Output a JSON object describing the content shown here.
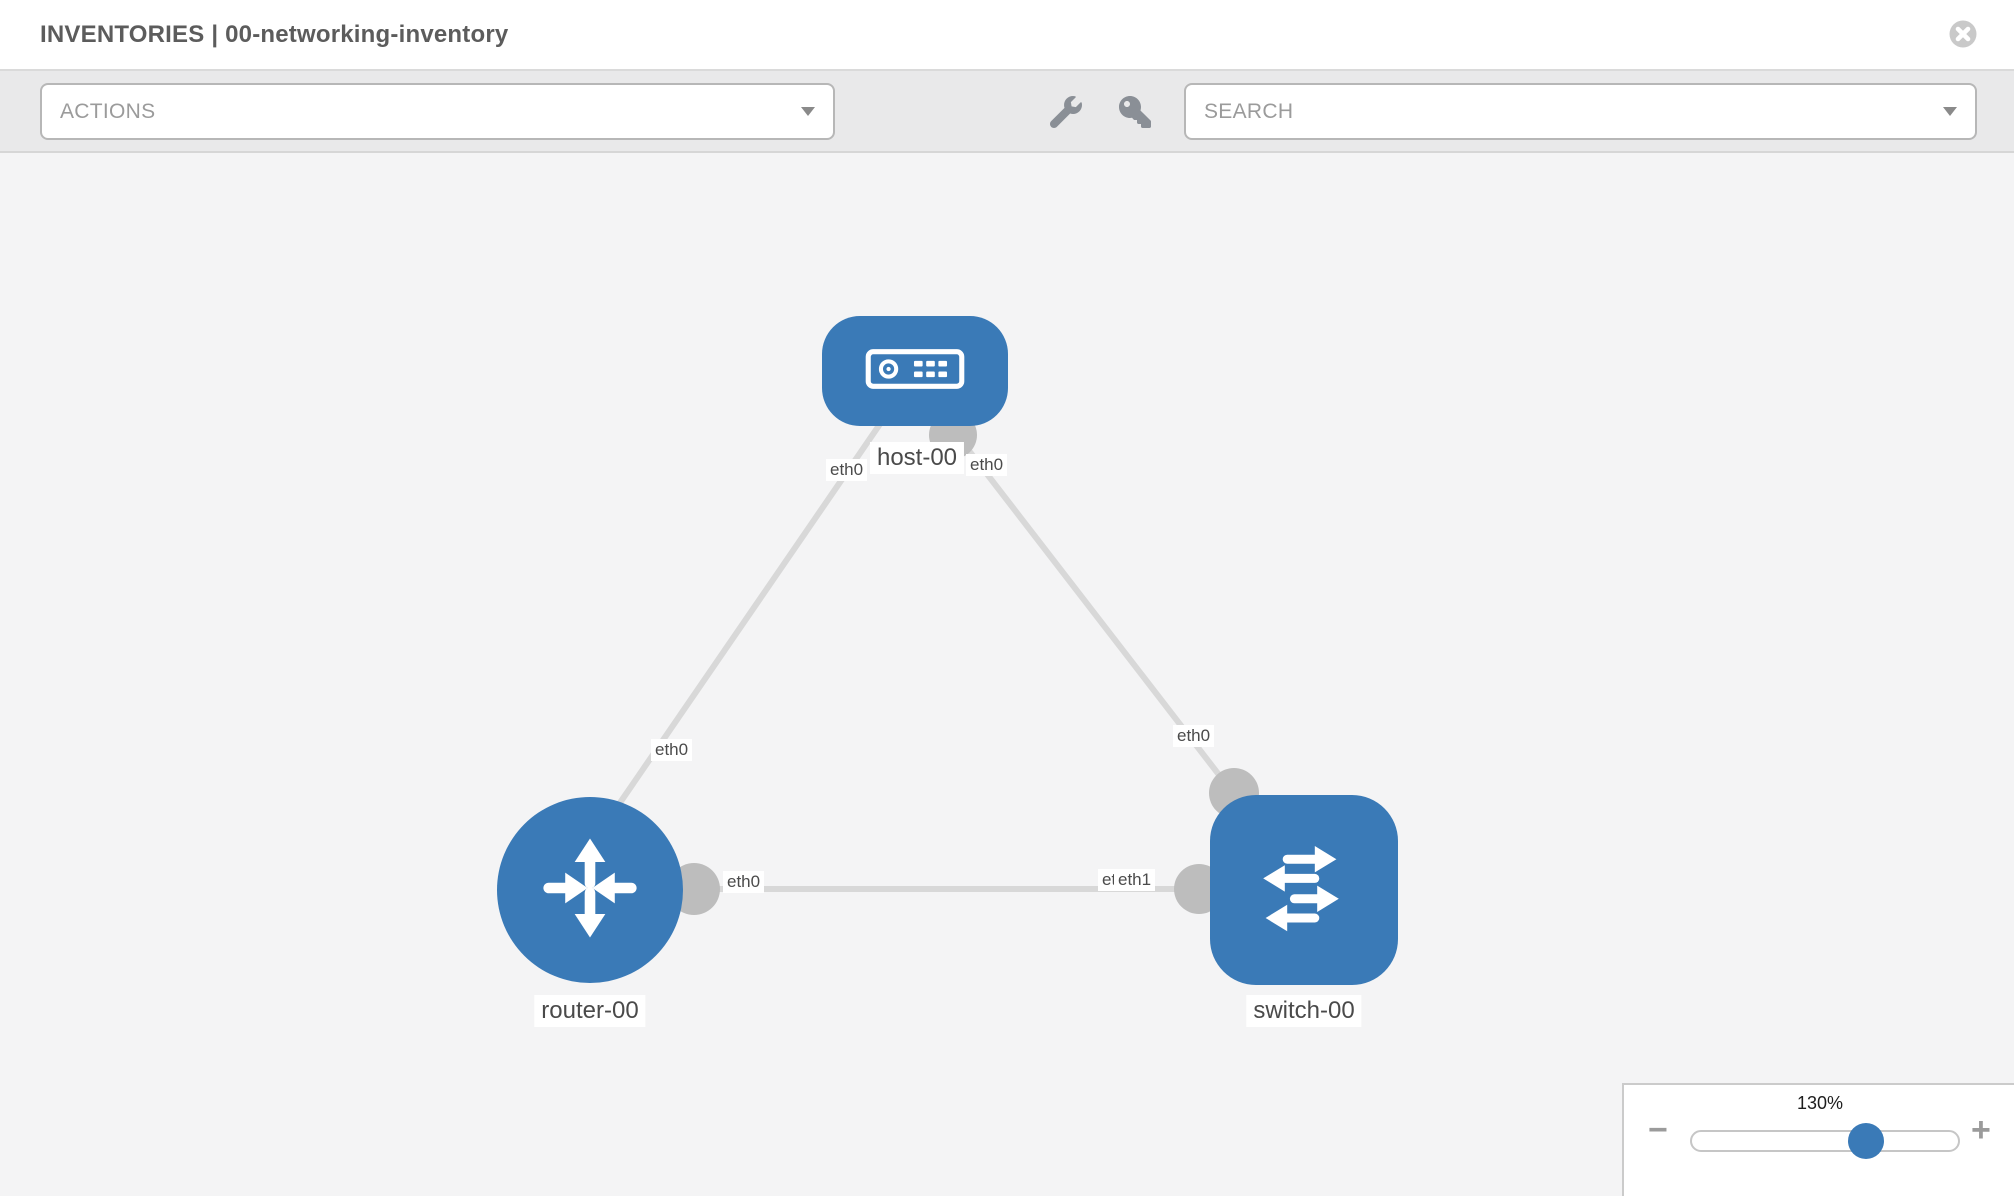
{
  "header": {
    "title": "INVENTORIES | 00-networking-inventory"
  },
  "toolbar": {
    "actions": {
      "placeholder": "ACTIONS"
    },
    "search": {
      "placeholder": "SEARCH"
    },
    "icons": [
      "wrench-icon",
      "key-icon"
    ]
  },
  "diagram": {
    "nodes": [
      {
        "id": "host-00",
        "type": "host",
        "label": "host-00",
        "icon": "host-icon"
      },
      {
        "id": "router-00",
        "type": "router",
        "label": "router-00",
        "icon": "router-icon"
      },
      {
        "id": "switch-00",
        "type": "switch",
        "label": "switch-00",
        "icon": "switch-icon"
      }
    ],
    "edges": [
      {
        "from": "host-00",
        "to": "router-00",
        "from_interface": "eth0",
        "to_interface": "eth0"
      },
      {
        "from": "host-00",
        "to": "switch-00",
        "from_interface": "eth0",
        "to_interface": "eth0"
      },
      {
        "from": "router-00",
        "to": "switch-00",
        "from_interface": "eth0",
        "to_interface": "eth1"
      }
    ],
    "interface_labels": {
      "host_left": "eth0",
      "host_right": "eth0",
      "router_diag": "eth0",
      "router_horiz": "eth0",
      "switch_top": "eth0",
      "switch_horiz_hidden": "eth0",
      "switch_horiz": "eth1"
    }
  },
  "zoom_control": {
    "level": "130%",
    "minus_label": "−",
    "plus_label": "+"
  },
  "colors": {
    "node_blue": "#3a7ab7",
    "edge_gray": "#d8d8d8",
    "interface_gray": "#bdbdbd",
    "canvas_bg": "#f4f4f5",
    "toolbar_bg": "#e9e9ea",
    "icon_gray": "#8a8f96"
  }
}
